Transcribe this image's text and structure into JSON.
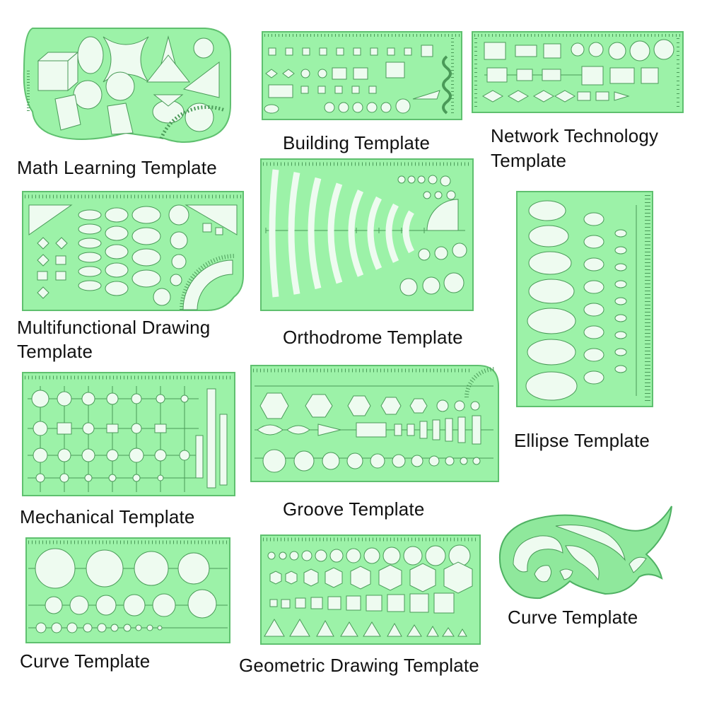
{
  "image": {
    "subject": "Set of green transparent drafting templates with cut-out stencil shapes",
    "colors": {
      "plastic": "#9cf2a8",
      "plastic_edge": "#5fc06f",
      "cutout": "#eefbf0",
      "tick": "#4a9a58",
      "text": "#111111"
    }
  },
  "templates": [
    {
      "id": "math",
      "caption": "Math Learning Template"
    },
    {
      "id": "building",
      "caption": "Building Template"
    },
    {
      "id": "network",
      "caption": "Network Technology Template",
      "caption_lines": [
        "Network Technology",
        "Template"
      ]
    },
    {
      "id": "multifunctional",
      "caption": "Multifunctional Drawing Template",
      "caption_lines": [
        "Multifunctional Drawing",
        "Template"
      ]
    },
    {
      "id": "orthodrome",
      "caption": "Orthodrome Template"
    },
    {
      "id": "ellipse",
      "caption": "Ellipse Template"
    },
    {
      "id": "mechanical",
      "caption": "Mechanical Template"
    },
    {
      "id": "groove",
      "caption": "Groove Template"
    },
    {
      "id": "french-curve",
      "caption": "Curve Template"
    },
    {
      "id": "circle-curve",
      "caption": "Curve Template"
    },
    {
      "id": "geometric",
      "caption": "Geometric Drawing Template"
    }
  ]
}
